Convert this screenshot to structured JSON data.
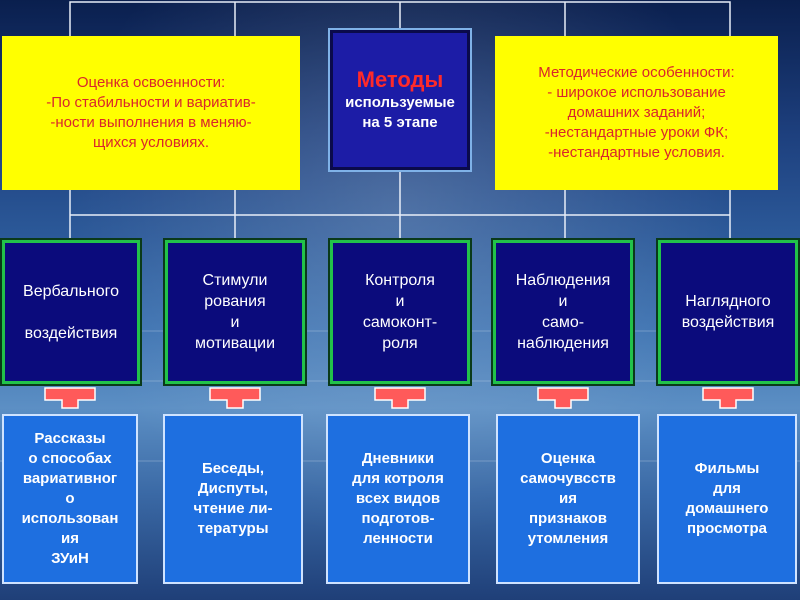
{
  "top": {
    "left_box": {
      "title": "Оценка освоенности:",
      "lines": [
        "-По стабильности и вариатив-",
        "-ности выполнения в меняю-",
        "щихся условиях."
      ]
    },
    "center_box": {
      "title": "Методы",
      "subtitle_1": "используемые",
      "subtitle_2": "на 5 этапе"
    },
    "right_box": {
      "title": "Методические особенности:",
      "lines": [
        "- широкое использование",
        "домашних заданий;",
        "-нестандартные уроки ФК;",
        "-нестандартные условия."
      ]
    }
  },
  "methods": [
    {
      "label": "Вербального\n\nвоздействия"
    },
    {
      "label": "Стимули\nрования\nи\nмотивации"
    },
    {
      "label": "Контроля\nи\nсамоконт-\nроля"
    },
    {
      "label": "Наблюдения\nи\nсамо-\nнаблюдения"
    },
    {
      "label": "Наглядного\nвоздействия"
    }
  ],
  "examples": [
    {
      "label": "Рассказы\nо способах\nвариативног\nо\nиспользован\nия\nЗУиН"
    },
    {
      "label": "Беседы,\nДиспуты,\nчтение ли-\nтературы"
    },
    {
      "label": "Дневники\nдля котроля\nвсех видов\nподготов-\nленности"
    },
    {
      "label": "Оценка\nсамочувсств\nия\nпризнаков\nутомления"
    },
    {
      "label": "Фильмы\nдля\nдомашнего\nпросмотра"
    }
  ],
  "colors": {
    "yellow": "#ffff00",
    "red_text": "#d9262b",
    "navy": "#0b0b7c",
    "green_border": "#22c24a",
    "blue_box": "#1e6fe0",
    "arrow": "#ff4a4a"
  }
}
